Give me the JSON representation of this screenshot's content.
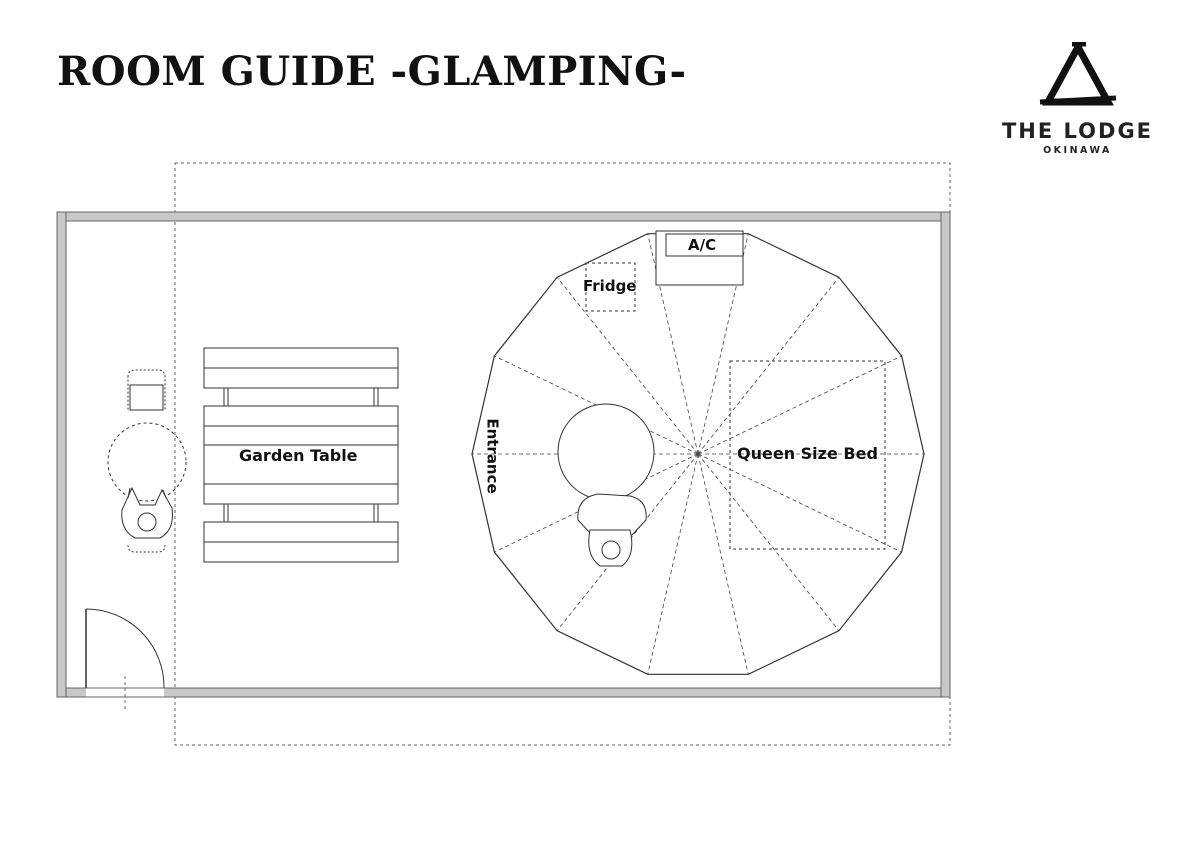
{
  "header": {
    "title": "ROOM GUIDE -GLAMPING-"
  },
  "brand": {
    "logo_icon": "tent-triangle-logo-icon",
    "name": "THE LODGE",
    "location": "OKINAWA"
  },
  "plan": {
    "labels": {
      "ac": "A/C",
      "fridge": "Fridge",
      "entrance": "Entrance",
      "bed": "Queen Size Bed",
      "garden_table": "Garden Table"
    },
    "icons": [
      "person-seated-icon",
      "chair-icon",
      "round-table-icon",
      "door-swing-icon"
    ]
  }
}
